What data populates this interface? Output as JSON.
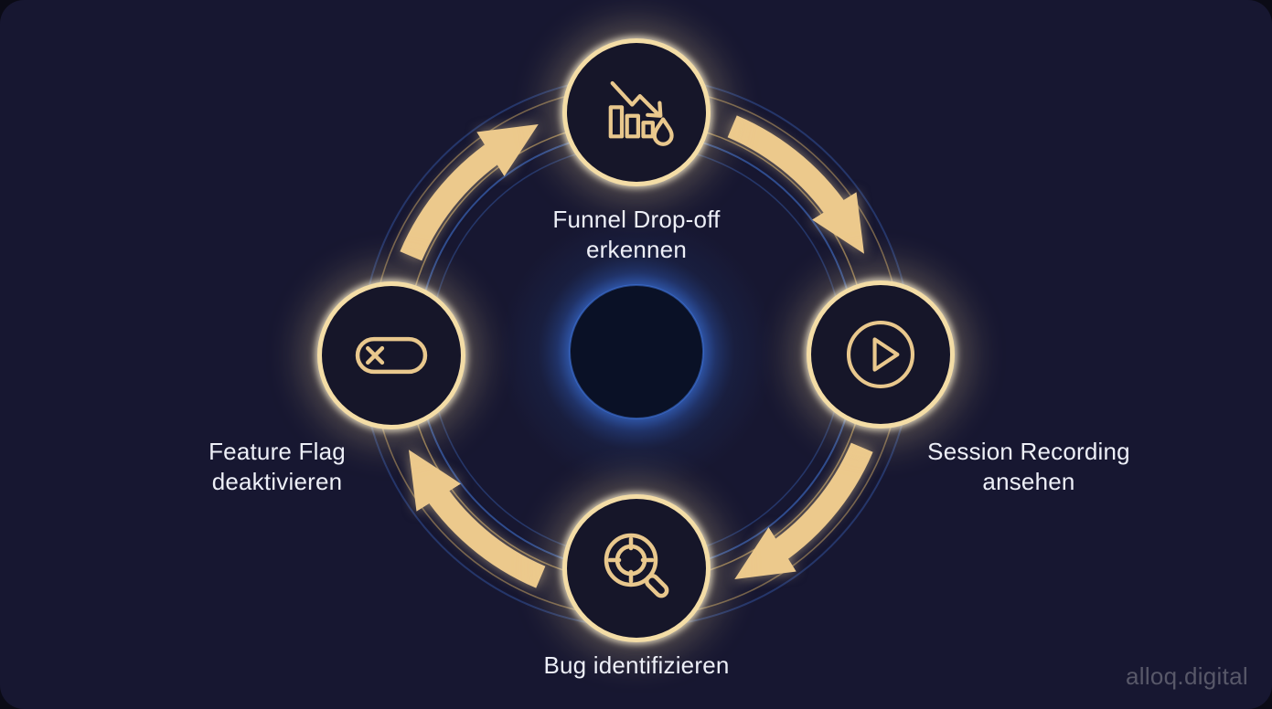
{
  "watermark": "alloq.digital",
  "steps": [
    {
      "label_line1": "Funnel Drop-off",
      "label_line2": "erkennen",
      "icon": "funnel-dropoff-chart-icon",
      "position": "top"
    },
    {
      "label_line1": "Session Recording",
      "label_line2": "ansehen",
      "icon": "play-icon",
      "position": "right"
    },
    {
      "label_line1": "Bug identifizieren",
      "label_line2": "",
      "icon": "bug-search-icon",
      "position": "bottom"
    },
    {
      "label_line1": "Feature Flag",
      "label_line2": "deaktivieren",
      "icon": "toggle-off-icon",
      "position": "left"
    }
  ],
  "flow": {
    "direction": "clockwise",
    "order": [
      "Funnel Drop-off erkennen",
      "Session Recording ansehen",
      "Bug identifizieren",
      "Feature Flag deaktivieren"
    ]
  },
  "colors": {
    "background": "#171731",
    "node_fill": "#161629",
    "node_border_gold": "#f4dda6",
    "arrow_gold": "#ecc98c",
    "ring_gold": "#cfa963",
    "ring_blue": "#4478dc",
    "center_glow_blue": "#3a70d8",
    "center_circle": "#0a1126",
    "label_text": "#edeff7",
    "watermark_text": "#585869"
  }
}
